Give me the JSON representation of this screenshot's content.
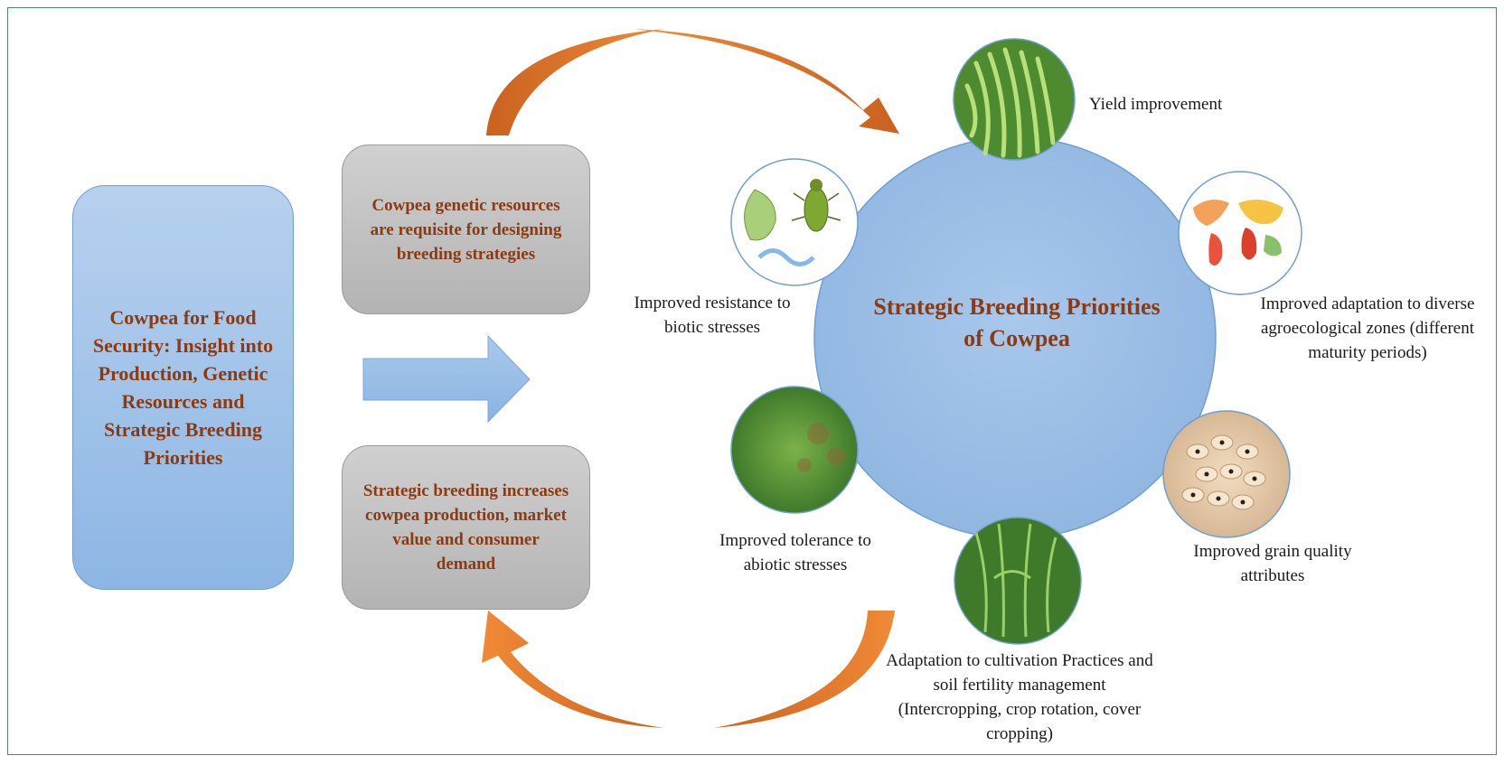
{
  "left_box": {
    "text": "Cowpea for Food Security: Insight into Production, Genetic Resources and Strategic Breeding Priorities"
  },
  "top_box": {
    "text": "Cowpea genetic resources are requisite for designing breeding strategies"
  },
  "bottom_box": {
    "text": "Strategic breeding increases cowpea production, market value and consumer demand"
  },
  "center": {
    "text": "Strategic Breeding Priorities of Cowpea"
  },
  "priorities": {
    "yield": "Yield improvement",
    "biotic": "Improved resistance to biotic stresses",
    "adaptation": "Improved adaptation to diverse agroecological zones (different maturity periods)",
    "abiotic": "Improved tolerance to abiotic stresses",
    "grain": "Improved grain quality attributes",
    "cultivation": "Adaptation to cultivation Practices and soil fertility management (Intercropping, crop rotation, cover cropping)"
  },
  "colors": {
    "accent_orange": "#e77a2a",
    "title_brown": "#8b3a12",
    "circle_blue": "#9dbfe6"
  }
}
